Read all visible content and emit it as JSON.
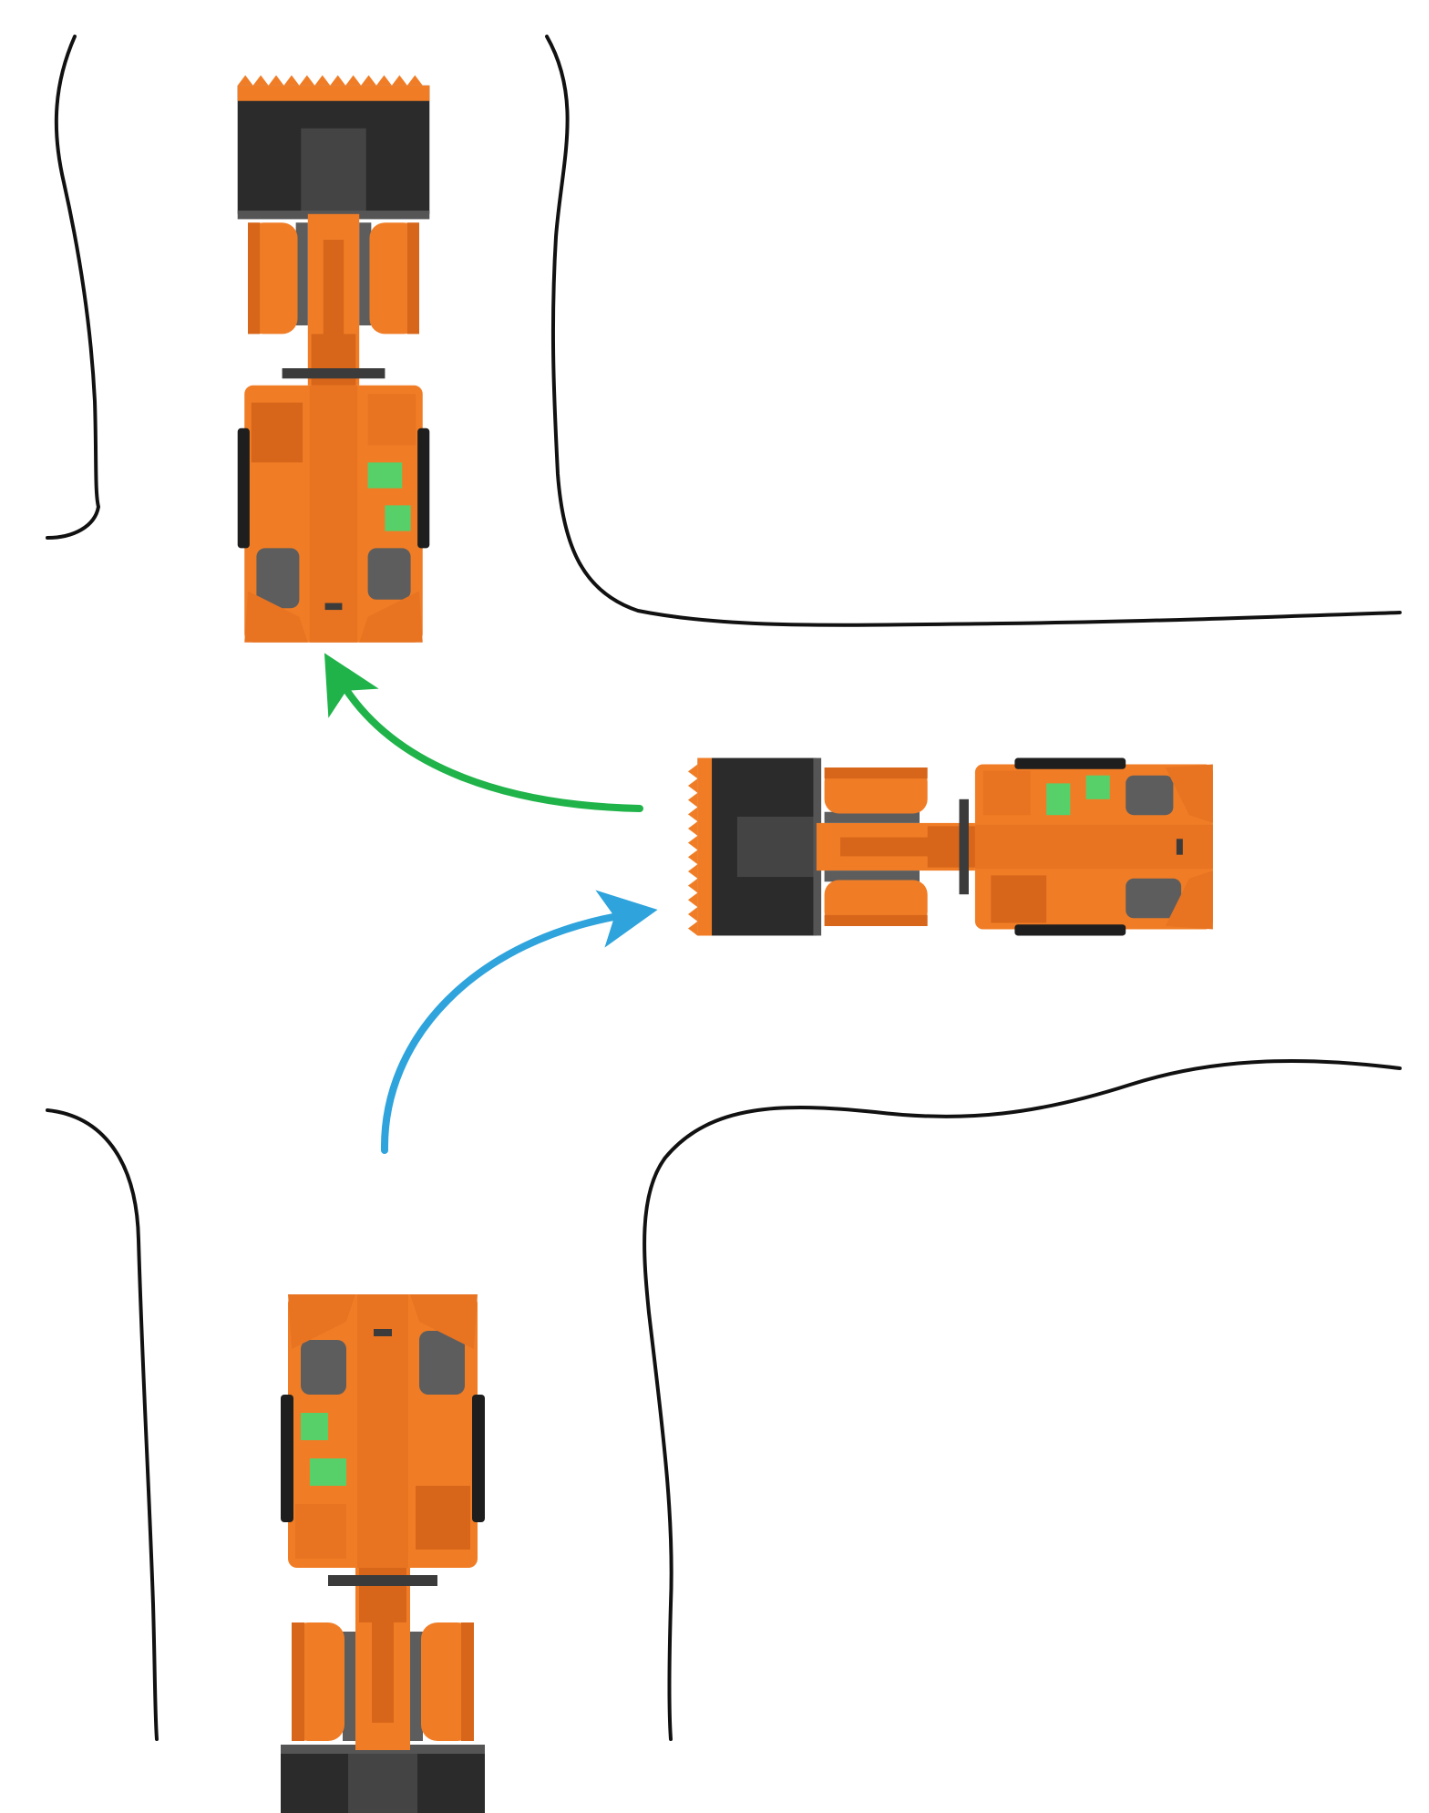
{
  "scene": {
    "description_type": "reversing maneuver of an underground loader at a T-junction",
    "colors": {
      "body": "#f07d26",
      "body_dark": "#d8661a",
      "body_shadow": "#b9551a",
      "bucket": "#2b2b2b",
      "bucket_mid": "#444444",
      "tire": "#1e1e1e",
      "component_green": "#57d06a",
      "component_gray": "#5d5d5d",
      "wall": "#111111",
      "arrow_forward": "#2ea3dc",
      "arrow_reverse": "#20b34a"
    }
  },
  "vehicles": [
    {
      "id": "start",
      "orientation": "facing-down"
    },
    {
      "id": "middle",
      "orientation": "facing-left"
    },
    {
      "id": "end",
      "orientation": "facing-up"
    }
  ],
  "arrows": [
    {
      "id": "forward-move",
      "color_key": "arrow_forward"
    },
    {
      "id": "reverse-move",
      "color_key": "arrow_reverse"
    }
  ]
}
